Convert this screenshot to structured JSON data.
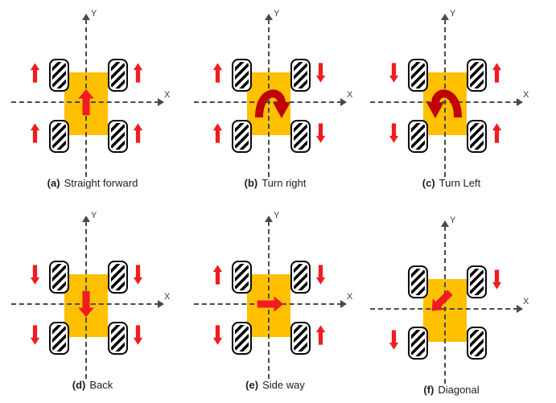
{
  "figure": {
    "axis_labels": {
      "x": "X",
      "y": "Y"
    },
    "colors": {
      "robot_body": "#FFC000",
      "arrow_red": "#F01C20",
      "rotation_arrow": "#C00000",
      "wheel_black": "#0A0A0A",
      "axis_gray": "#4A4A4A"
    },
    "panels": [
      {
        "id": "a",
        "label": "(a)",
        "caption": "Straight forward",
        "wheel_arrows": {
          "fl": "up",
          "fr": "up",
          "rl": "up",
          "rr": "up"
        },
        "center_arrow": "up"
      },
      {
        "id": "b",
        "label": "(b)",
        "caption": "Turn right",
        "wheel_arrows": {
          "fl": "up",
          "fr": "down",
          "rl": "up",
          "rr": "down"
        },
        "center_arrow": "rotate-cw"
      },
      {
        "id": "c",
        "label": "(c)",
        "caption": "Turn Left",
        "wheel_arrows": {
          "fl": "down",
          "fr": "up",
          "rl": "down",
          "rr": "up"
        },
        "center_arrow": "rotate-ccw"
      },
      {
        "id": "d",
        "label": "(d)",
        "caption": "Back",
        "wheel_arrows": {
          "fl": "down",
          "fr": "down",
          "rl": "down",
          "rr": "down"
        },
        "center_arrow": "down"
      },
      {
        "id": "e",
        "label": "(e)",
        "caption": "Side way",
        "wheel_arrows": {
          "fl": "up",
          "fr": "down",
          "rl": "down",
          "rr": "up"
        },
        "center_arrow": "right"
      },
      {
        "id": "f",
        "label": "(f)",
        "caption": "Diagonal",
        "wheel_arrows": {
          "fl": "none",
          "fr": "down",
          "rl": "down",
          "rr": "none"
        },
        "center_arrow": "down-left"
      }
    ]
  }
}
